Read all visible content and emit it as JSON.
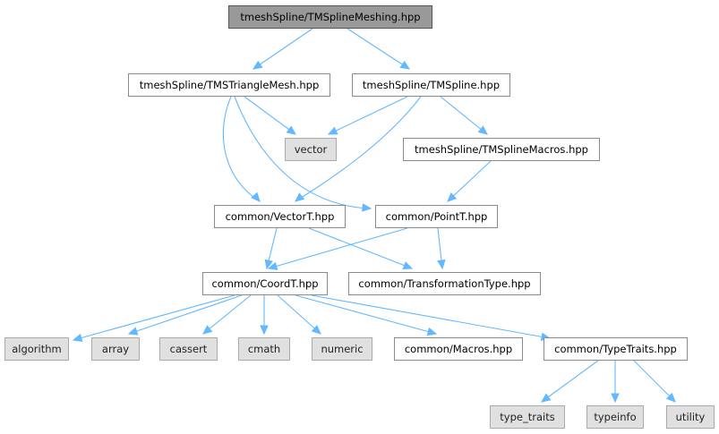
{
  "nodes": {
    "root": "tmeshSpline/TMSplineMeshing.hpp",
    "tri": "tmeshSpline/TMSTriangleMesh.hpp",
    "tms": "tmeshSpline/TMSpline.hpp",
    "vector": "vector",
    "macros": "tmeshSpline/TMSplineMacros.hpp",
    "vectort": "common/VectorT.hpp",
    "pointt": "common/PointT.hpp",
    "coordt": "common/CoordT.hpp",
    "transf": "common/TransformationType.hpp",
    "algorithm": "algorithm",
    "array": "array",
    "cassert": "cassert",
    "cmath": "cmath",
    "numeric": "numeric",
    "cmacros": "common/Macros.hpp",
    "typetraits": "common/TypeTraits.hpp",
    "type_traits": "type_traits",
    "typeinfo": "typeinfo",
    "utility": "utility"
  },
  "colors": {
    "edge": "#63b8ff",
    "root_fill": "#999999",
    "system_fill": "#e0e0e0",
    "node_border": "#8a8a8a"
  }
}
